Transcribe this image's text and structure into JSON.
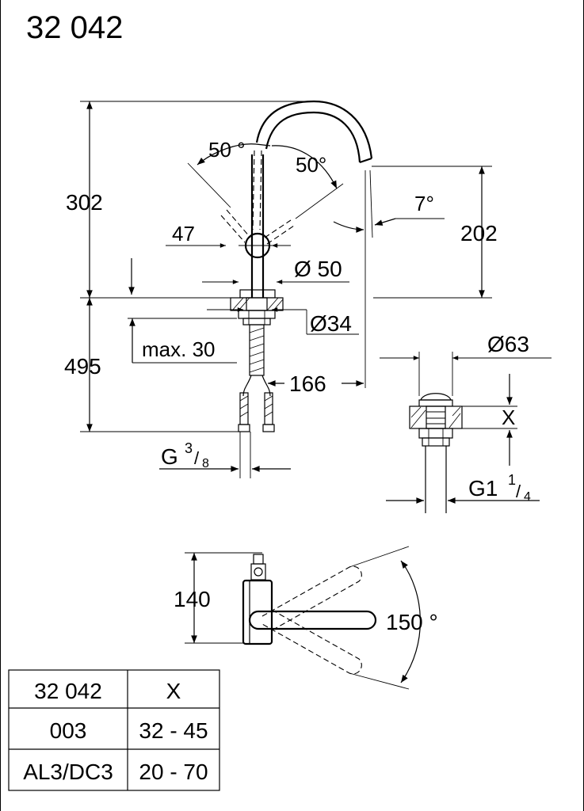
{
  "title": "32 042",
  "dimensions": {
    "d302": "302",
    "d495": "495",
    "d202": "202",
    "d47": "47",
    "dia50": "Ø 50",
    "dia34": "Ø34",
    "maxlen": "max. 30",
    "d166": "166",
    "angle_left": "50 °",
    "angle_right": "50°",
    "angle_spout": "7°",
    "dia63": "Ø63",
    "x_label": "X",
    "g_base": "G",
    "g_sup": "3",
    "g_sub": "8",
    "g1_base": "G1",
    "g1_sup": "1",
    "g1_sub": "4",
    "d140": "140",
    "angle_swivel": "150 °"
  },
  "table": {
    "headers": [
      "32 042",
      "X"
    ],
    "rows": [
      [
        "003",
        "32 - 45"
      ],
      [
        "AL3/DC3",
        "20 - 70"
      ]
    ]
  }
}
